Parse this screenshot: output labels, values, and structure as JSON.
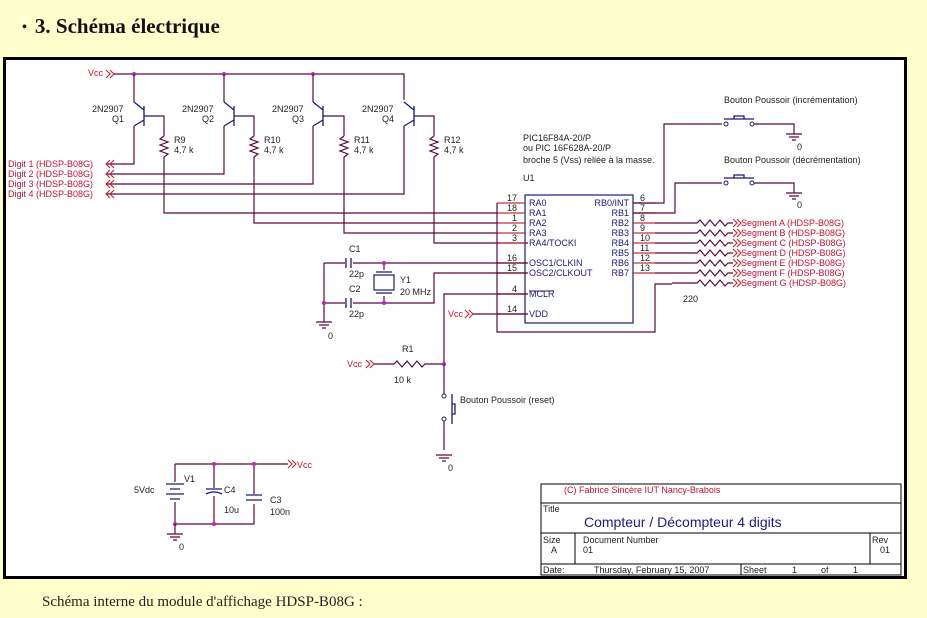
{
  "heading": {
    "bullet": "•",
    "title": "3. Schéma électrique"
  },
  "caption": "Schéma interne du module d'affichage HDSP-B08G :",
  "schematic": {
    "vcc_label": "Vcc",
    "transistors": [
      {
        "ref": "Q1",
        "part": "2N2907"
      },
      {
        "ref": "Q2",
        "part": "2N2907"
      },
      {
        "ref": "Q3",
        "part": "2N2907"
      },
      {
        "ref": "Q4",
        "part": "2N2907"
      }
    ],
    "base_resistors": [
      {
        "ref": "R9",
        "value": "4,7 k"
      },
      {
        "ref": "R10",
        "value": "4,7 k"
      },
      {
        "ref": "R11",
        "value": "4,7 k"
      },
      {
        "ref": "R12",
        "value": "4,7 k"
      }
    ],
    "digits": [
      "Digit 1  (HDSP-B08G)",
      "Digit 2  (HDSP-B08G)",
      "Digit 3  (HDSP-B08G)",
      "Digit 4  (HDSP-B08G)"
    ],
    "mcu": {
      "part_line1": "PIC16F84A-20/P",
      "part_line2": "ou PIC 16F628A-20/P",
      "note": "broche 5 (Vss) reliée à la masse.",
      "ref": "U1",
      "left_pins": [
        {
          "num": "17",
          "name": "RA0"
        },
        {
          "num": "18",
          "name": "RA1"
        },
        {
          "num": "1",
          "name": "RA2"
        },
        {
          "num": "2",
          "name": "RA3"
        },
        {
          "num": "3",
          "name": "RA4/TOCKI"
        },
        {
          "num": "16",
          "name": "OSC1/CLKIN"
        },
        {
          "num": "15",
          "name": "OSC2/CLKOUT"
        },
        {
          "num": "4",
          "name": "MCLR"
        },
        {
          "num": "14",
          "name": "VDD"
        }
      ],
      "right_pins": [
        {
          "num": "6",
          "name": "RB0/INT"
        },
        {
          "num": "7",
          "name": "RB1"
        },
        {
          "num": "8",
          "name": "RB2"
        },
        {
          "num": "9",
          "name": "RB3"
        },
        {
          "num": "10",
          "name": "RB4"
        },
        {
          "num": "11",
          "name": "RB5"
        },
        {
          "num": "12",
          "name": "RB6"
        },
        {
          "num": "13",
          "name": "RB7"
        }
      ]
    },
    "segments": [
      "Segment A  (HDSP-B08G)",
      "Segment B  (HDSP-B08G)",
      "Segment C  (HDSP-B08G)",
      "Segment D  (HDSP-B08G)",
      "Segment E  (HDSP-B08G)",
      "Segment F  (HDSP-B08G)",
      "Segment G  (HDSP-B08G)"
    ],
    "segment_resistor_value": "220",
    "buttons": {
      "inc": "Bouton Poussoir (incrémentation)",
      "dec": "Bouton Poussoir (décrémentation)",
      "reset": "Bouton Poussoir (reset)"
    },
    "ground_label": "0",
    "crystal": {
      "c1_ref": "C1",
      "c1_val": "22p",
      "c2_ref": "C2",
      "c2_val": "22p",
      "y_ref": "Y1",
      "y_val": "20 MHz"
    },
    "reset_resistor": {
      "ref": "R1",
      "value": "10 k"
    },
    "supply": {
      "ref": "V1",
      "value": "5Vdc",
      "c4_ref": "C4",
      "c4_val": "10u",
      "c3_ref": "C3",
      "c3_val": "100n"
    }
  },
  "title_block": {
    "copyright": "(C) Fabrice Sincère      IUT Nancy-Brabois",
    "title_label": "Title",
    "title": "Compteur / Décompteur 4 digits",
    "size_label": "Size",
    "size": "A",
    "doc_label": "Document Number",
    "doc": "01",
    "rev_label": "Rev",
    "rev": "01",
    "date_label": "Date:",
    "date": "Thursday, February 15, 2007",
    "sheet_label": "Sheet",
    "sheet": "1",
    "of_label": "of",
    "sheet_total": "1"
  }
}
